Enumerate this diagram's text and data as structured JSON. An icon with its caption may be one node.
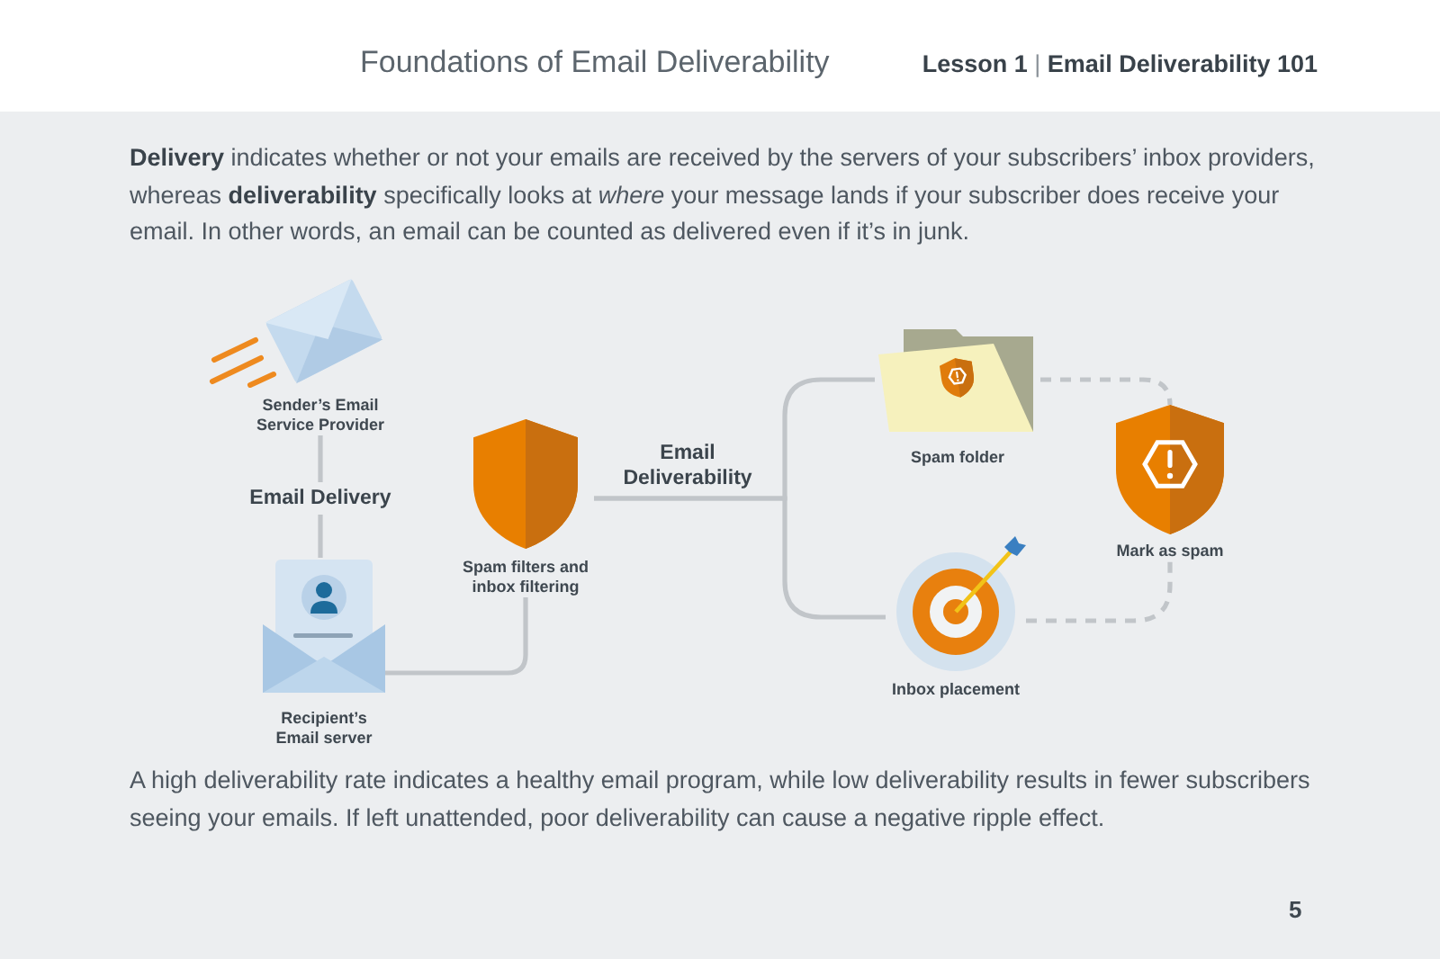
{
  "diagram": {
    "title": "Foundations of Email Deliverability",
    "nodes": [
      {
        "text": [
          "Sender’s Email Service Provider"
        ]
      },
      {
        "text": [
          "Recipient’s Email server"
        ]
      },
      {
        "text": [
          "Spam filters and inbox filtering"
        ]
      },
      {
        "text": [
          "Spam folder"
        ]
      },
      {
        "text": [
          "Inbox placement"
        ]
      },
      {
        "text": [
          "Mark as spam"
        ]
      }
    ],
    "edges": [
      {
        "from": 0,
        "to": 1,
        "arrow": "none",
        "label": "Email Delivery"
      },
      {
        "from": 1,
        "to": 2,
        "arrow": "none"
      },
      {
        "from": 2,
        "to": 3,
        "arrow": "none",
        "label": "Email Deliverability"
      },
      {
        "from": 2,
        "to": 4,
        "arrow": "none"
      },
      {
        "from": 3,
        "to": 5,
        "arrow": "none",
        "style": "dashed"
      },
      {
        "from": 4,
        "to": 5,
        "arrow": "none",
        "style": "dashed"
      }
    ],
    "labels": [
      "**Lesson 1** | **Email Deliverability 101**",
      "**Delivery** indicates whether or not your emails are received by the servers of your subscribers’ inbox providers, whereas **deliverability** specifically looks at *where* your message lands if your subscriber does receive your email. In other words, an email can be counted as delivered even if it’s in junk.",
      "A high deliverability rate indicates a healthy email program, while low deliverability results in fewer subscribers seeing your emails. If left unattended, poor deliverability can cause a negative ripple effect.",
      "5"
    ]
  }
}
